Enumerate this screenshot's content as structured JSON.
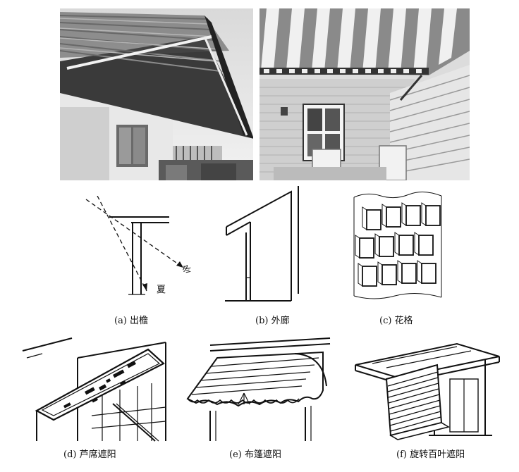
{
  "captions": {
    "a": "(a) 出檐",
    "b": "(b) 外廊",
    "c": "(c) 花格",
    "d": "(d) 芦席遮阳",
    "e": "(e) 布篷遮阳",
    "f": "(f) 旋转百叶遮阳"
  },
  "labels": {
    "winter": "冬",
    "summer": "夏"
  }
}
